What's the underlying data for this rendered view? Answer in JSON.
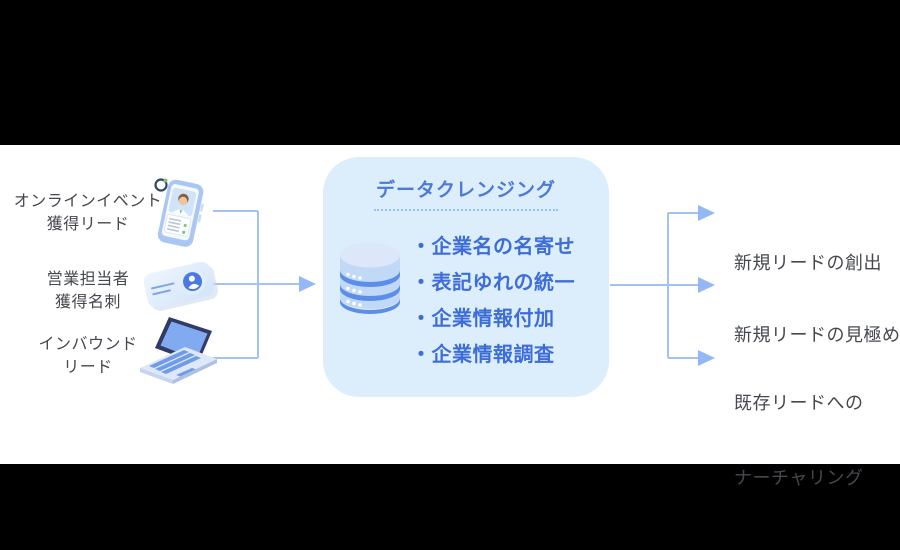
{
  "diagram_title": "データクレンジング",
  "colors": {
    "letterbox": "#000000",
    "content_bg": "#ffffff",
    "process_box_bg": "#DCEDFB",
    "title_blue": "#4C79DA",
    "task_blue": "#3D6DD8",
    "label_gray": "#45484E",
    "connector_line": "#A3C2F4",
    "arrowhead": "#93B8F5",
    "database_band": "#5C8DE9"
  },
  "sources": [
    {
      "line1": "オンラインイベント",
      "line2": "獲得リード",
      "icon": "smartphone-contact-icon"
    },
    {
      "line1": "営業担当者",
      "line2": "獲得名刺",
      "icon": "business-card-icon"
    },
    {
      "line1": "インバウンド",
      "line2": "リード",
      "icon": "laptop-icon"
    }
  ],
  "process": {
    "title": "データクレンジング",
    "icon": "database-icon",
    "items": [
      "・企業名の名寄せ",
      "・表記ゆれの統一",
      "・企業情報付加",
      "・企業情報調査"
    ]
  },
  "outputs": [
    {
      "line1": "新規リードの創出",
      "line2": ""
    },
    {
      "line1": "新規リードの見極め",
      "line2": ""
    },
    {
      "line1": "既存リードへの",
      "line2": "ナーチャリング"
    }
  ]
}
